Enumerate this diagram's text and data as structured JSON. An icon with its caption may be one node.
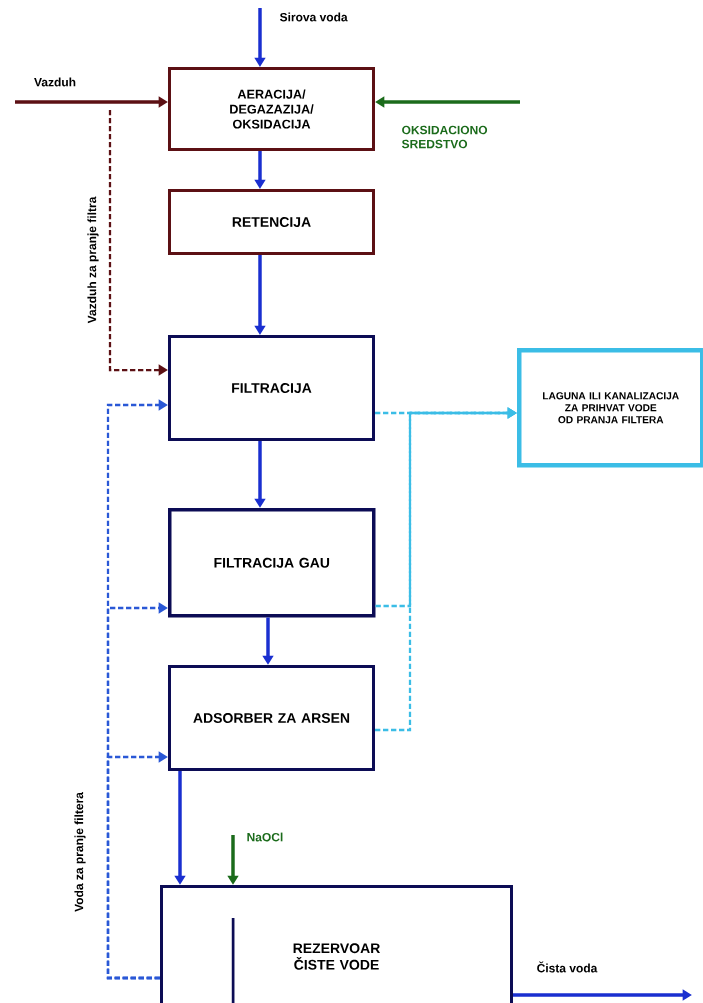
{
  "diagram": {
    "nodes": [
      {
        "text": [
          "AERACIJA/ DEGAZAZIJA/ OKSIDACIJA"
        ]
      },
      {
        "text": [
          "RETENCIJA"
        ]
      },
      {
        "text": [
          "FILTRACIJA"
        ]
      },
      {
        "text": [
          "LAGUNA ILI KANALIZACIJA ZA PRIHVAT VODE OD PRANJA FILTERA"
        ]
      },
      {
        "text": [
          "FILTRACIJA GAU"
        ]
      },
      {
        "text": [
          "ADSORBER ZA ARSEN"
        ]
      },
      {
        "text": [
          "REZERVOAR ČISTE VODE"
        ]
      }
    ],
    "edges": [
      {
        "from": null,
        "to": 0,
        "arrow": "to",
        "label": "Sirova voda"
      },
      {
        "from": null,
        "to": 0,
        "arrow": "to",
        "label": "Vazduh",
        "color": "#5c1014"
      },
      {
        "from": null,
        "to": 0,
        "arrow": "to",
        "label": "OKSIDACIONO SREDSTVO",
        "color": "#1b6b1b"
      },
      {
        "from": 0,
        "to": 1,
        "arrow": "to"
      },
      {
        "from": 1,
        "to": 2,
        "arrow": "to"
      },
      {
        "from": null,
        "to": 2,
        "arrow": "to",
        "label": "Vazduh za pranje filtra",
        "style": "dashed",
        "color": "#5c1014"
      },
      {
        "from": 6,
        "to": 2,
        "arrow": "to",
        "style": "dashed",
        "color": "#2a58d6"
      },
      {
        "from": 6,
        "to": 4,
        "arrow": "to",
        "style": "dashed",
        "color": "#2a58d6"
      },
      {
        "from": 6,
        "to": 5,
        "arrow": "to",
        "label": "Voda za pranje filtera",
        "style": "dashed",
        "color": "#2a58d6"
      },
      {
        "from": 2,
        "to": 3,
        "arrow": "to",
        "style": "dashed",
        "color": "#3bbde6"
      },
      {
        "from": 4,
        "to": 3,
        "arrow": "to",
        "style": "dashed",
        "color": "#3bbde6"
      },
      {
        "from": 5,
        "to": 3,
        "arrow": "to",
        "style": "dashed",
        "color": "#3bbde6"
      },
      {
        "from": 2,
        "to": 4,
        "arrow": "to"
      },
      {
        "from": 4,
        "to": 5,
        "arrow": "to"
      },
      {
        "from": 5,
        "to": 6,
        "arrow": "to"
      },
      {
        "from": null,
        "to": 6,
        "arrow": "to",
        "label": "NaOCl",
        "color": "#1b6b1b"
      },
      {
        "from": 6,
        "to": null,
        "arrow": "to",
        "label": "Čista voda"
      }
    ]
  }
}
